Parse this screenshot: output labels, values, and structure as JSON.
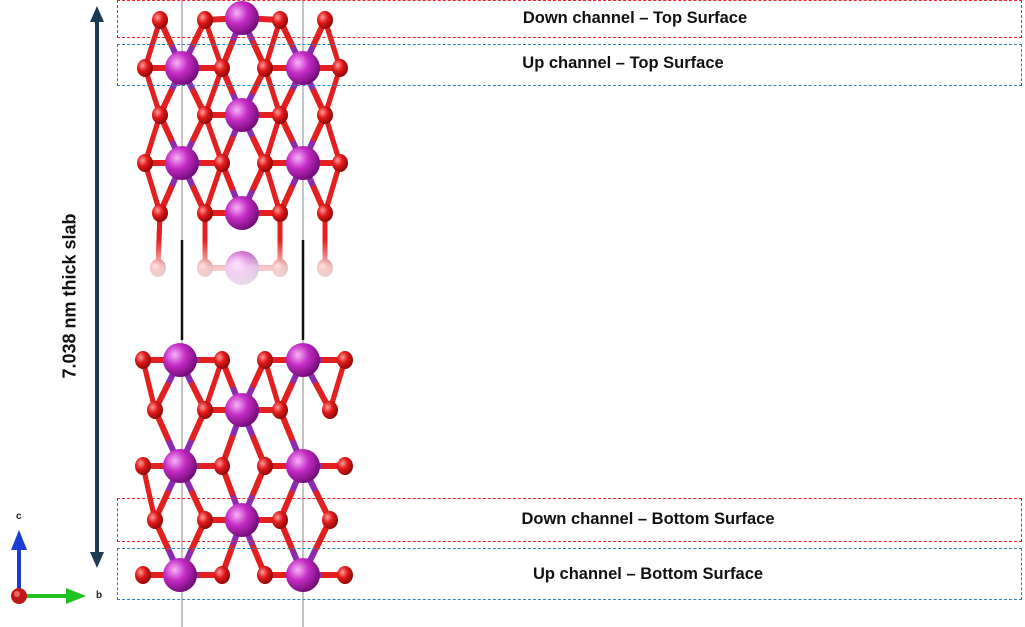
{
  "thickness_label": "7.038 nm thick slab",
  "regions": [
    {
      "label": "Down channel – Top Surface",
      "color": "#e8262a"
    },
    {
      "label": "Up channel – Top Surface",
      "color": "#2f7fc1"
    },
    {
      "label": "Down channel – Bottom Surface",
      "color": "#e8262a"
    },
    {
      "label": "Up channel – Bottom Surface",
      "color": "#2f7fc1"
    }
  ],
  "axes": {
    "vertical": "c",
    "horizontal": "b"
  },
  "colors": {
    "metal_atom": "#b01fb0",
    "oxygen_atom": "#e01818",
    "bond_red": "#e22020",
    "bond_purple": "#8a2bb0",
    "arrow": "#1b3a55",
    "axis_c": "#1a3bd6",
    "axis_b": "#1fc21f",
    "axis_origin": "#c01818"
  }
}
